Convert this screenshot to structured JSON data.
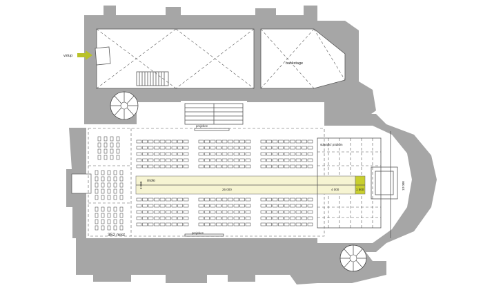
{
  "labels": {
    "entrance": "vstup",
    "backstage": "backstage",
    "projection_top": "projekce",
    "projection_bottom": "projekce",
    "catwalk": "molo",
    "stage": "stávající pódium",
    "seats": "352 míst"
  },
  "dimensions": {
    "catwalk_length": "26 000",
    "catwalk_mid": "4 000",
    "catwalk_end": "1 800",
    "catwalk_width": "3 000",
    "stage_depth": "13 000"
  },
  "colors": {
    "wall": "#a6a6a6",
    "catwalk": "#f6f4d2",
    "catwalk_end": "#c9cf2e",
    "entrance_arrow": "#b9c227"
  },
  "icons": {
    "entrance_arrow": "arrow-right-icon",
    "stairs": "spiral-staircase-icon"
  }
}
